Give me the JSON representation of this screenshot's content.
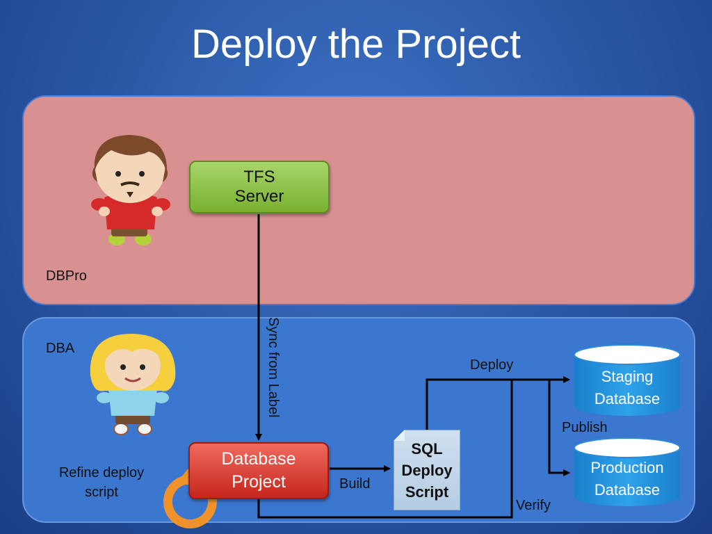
{
  "title": "Deploy the Project",
  "lanes": {
    "dbpro": "DBPro",
    "dba": "DBA"
  },
  "nodes": {
    "tfs_line1": "TFS",
    "tfs_line2": "Server",
    "dbproject_line1": "Database",
    "dbproject_line2": "Project",
    "sql_line1": "SQL",
    "sql_line2": "Deploy",
    "sql_line3": "Script",
    "staging_line1": "Staging",
    "staging_line2": "Database",
    "production_line1": "Production",
    "production_line2": "Database"
  },
  "edges": {
    "sync": "Sync from Label",
    "build": "Build",
    "deploy": "Deploy",
    "publish": "Publish",
    "verify": "Verify"
  },
  "notes": {
    "refine_line1": "Refine deploy",
    "refine_line2": "script"
  },
  "colors": {
    "dbpro_lane": "#d99091",
    "dba_lane": "#3b76cf",
    "tfs_box": "#8cc34a",
    "dbproject_box": "#d9362b",
    "database_cylinder": "#1f8fd6",
    "cycle_arrow": "#f0922a"
  }
}
